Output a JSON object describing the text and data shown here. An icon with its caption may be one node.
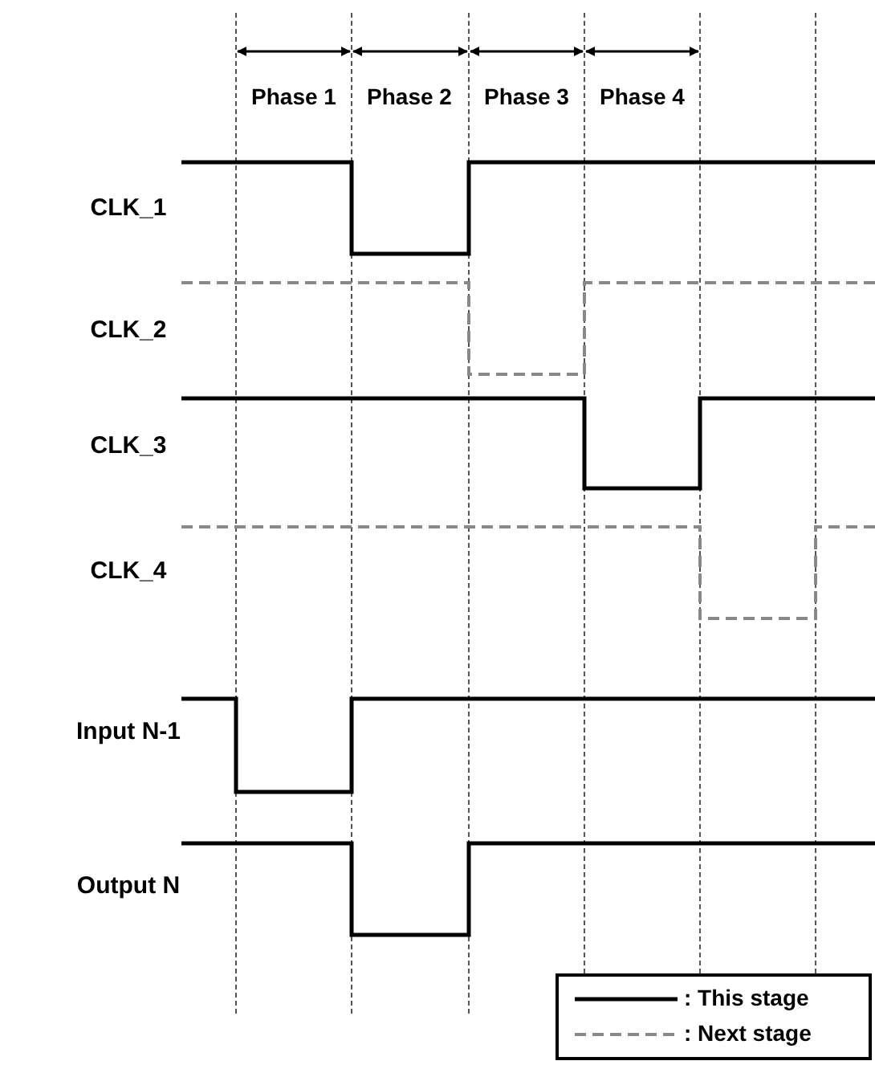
{
  "diagram": {
    "labels": [
      "Phase 1",
      "Phase 2",
      "Phase 3",
      "Phase 4",
      "CLK_1",
      "CLK_2",
      "CLK_3",
      "CLK_4",
      "Input N-1",
      "Output N"
    ],
    "legend": [
      {
        "text": ": This stage"
      },
      {
        "text": ": Next stage"
      }
    ]
  }
}
